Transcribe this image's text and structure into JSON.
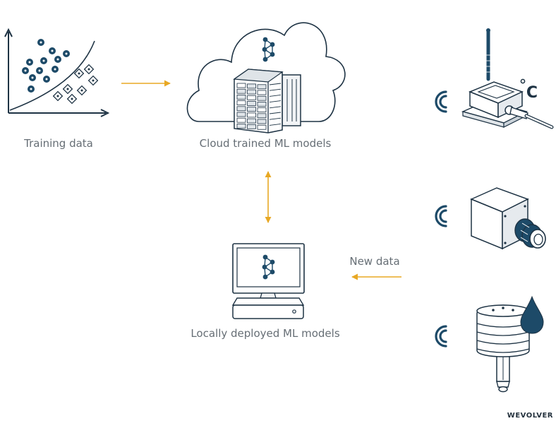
{
  "labels": {
    "training_data": "Training data",
    "cloud_models": "Cloud trained ML models",
    "local_models": "Locally deployed ML models",
    "new_data": "New data",
    "brand": "WEVOLVER"
  },
  "sensor_symbols": {
    "temperature_unit": "°C"
  },
  "colors": {
    "outline": "#1e3344",
    "dark_fill": "#1d4a68",
    "arrow": "#e8a824",
    "label_text": "#666e75",
    "light_fill": "#f2f4f6"
  },
  "icons": [
    "scatter-plot-icon",
    "cloud-server-icon",
    "neural-network-icon",
    "desktop-computer-icon",
    "temperature-sensor-icon",
    "industrial-camera-icon",
    "humidity-sensor-icon",
    "wireless-signal-icon",
    "water-drop-icon"
  ]
}
